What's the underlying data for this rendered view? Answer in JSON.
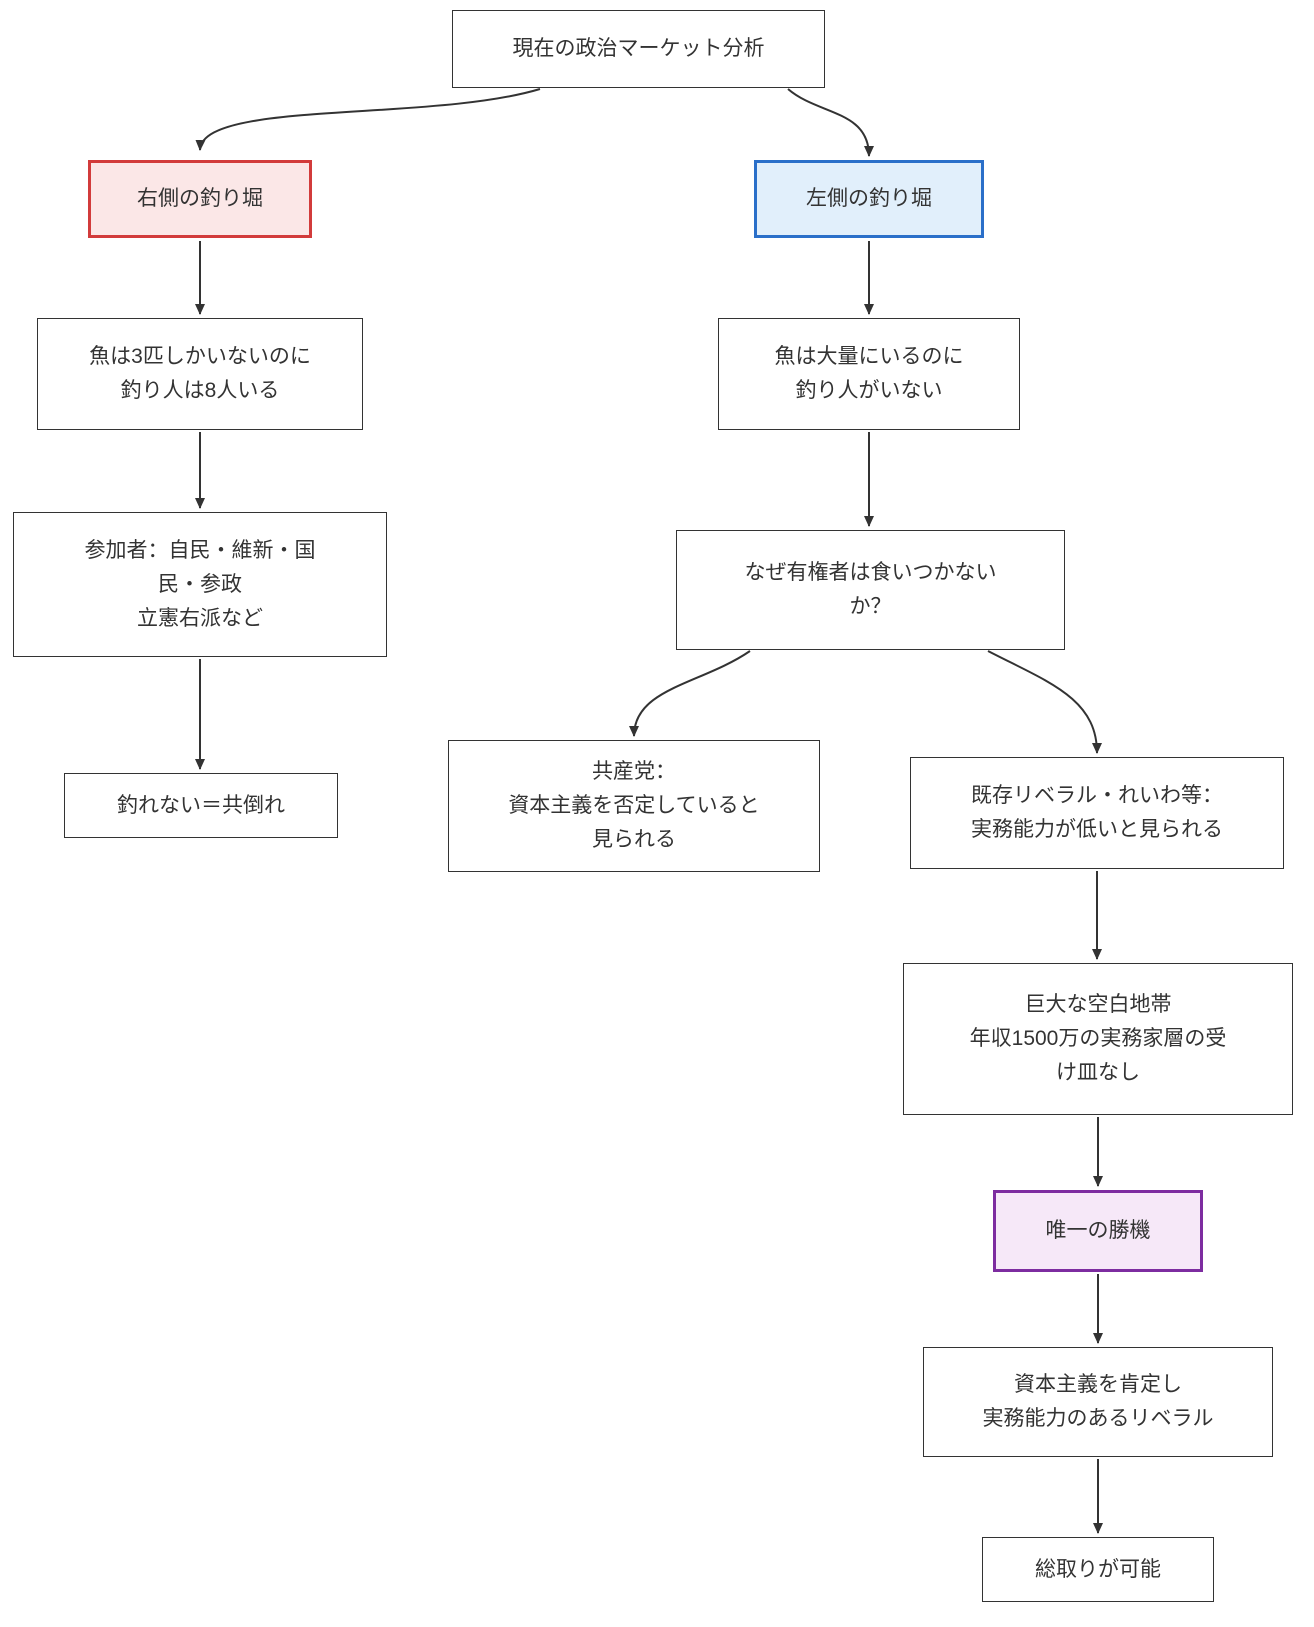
{
  "diagram": {
    "nodes": {
      "root": {
        "label": "現在の政治マーケット分析"
      },
      "pond_right": {
        "label": "右側の釣り堀"
      },
      "pond_left": {
        "label": "左側の釣り堀"
      },
      "few_fish": {
        "label": "魚は3匹しかいないのに\n釣り人は8人いる"
      },
      "many_fish": {
        "label": "魚は大量にいるのに\n釣り人がいない"
      },
      "participants": {
        "label": "参加者：自民・維新・国\n民・参政\n立憲右派など"
      },
      "why": {
        "label": "なぜ有権者は食いつかない\nか？"
      },
      "no_catch": {
        "label": "釣れない＝共倒れ"
      },
      "communist": {
        "label": "共産党：\n資本主義を否定していると\n見られる"
      },
      "ex_liberal": {
        "label": "既存リベラル・れいわ等：\n実務能力が低いと見られる"
      },
      "void": {
        "label": "巨大な空白地帯\n年収1500万の実務家層の受\nけ皿なし"
      },
      "chance": {
        "label": "唯一の勝機"
      },
      "affirm": {
        "label": "資本主義を肯定し\n実務能力のあるリベラル"
      },
      "winall": {
        "label": "総取りが可能"
      }
    },
    "edges": [
      {
        "from": "root",
        "to": "pond_right"
      },
      {
        "from": "root",
        "to": "pond_left"
      },
      {
        "from": "pond_right",
        "to": "few_fish"
      },
      {
        "from": "few_fish",
        "to": "participants"
      },
      {
        "from": "participants",
        "to": "no_catch"
      },
      {
        "from": "pond_left",
        "to": "many_fish"
      },
      {
        "from": "many_fish",
        "to": "why"
      },
      {
        "from": "why",
        "to": "communist"
      },
      {
        "from": "why",
        "to": "ex_liberal"
      },
      {
        "from": "ex_liberal",
        "to": "void"
      },
      {
        "from": "void",
        "to": "chance"
      },
      {
        "from": "chance",
        "to": "affirm"
      },
      {
        "from": "affirm",
        "to": "winall"
      }
    ],
    "colors": {
      "edge": "#333333",
      "node_border": "#333333",
      "node_fill": "#ffffff",
      "text": "#333333",
      "red_border": "#d23b3b",
      "red_fill": "#fbe7e7",
      "blue_border": "#2a6fc9",
      "blue_fill": "#e1effb",
      "purple_border": "#7d2ca0",
      "purple_fill": "#f6e8f8"
    }
  }
}
